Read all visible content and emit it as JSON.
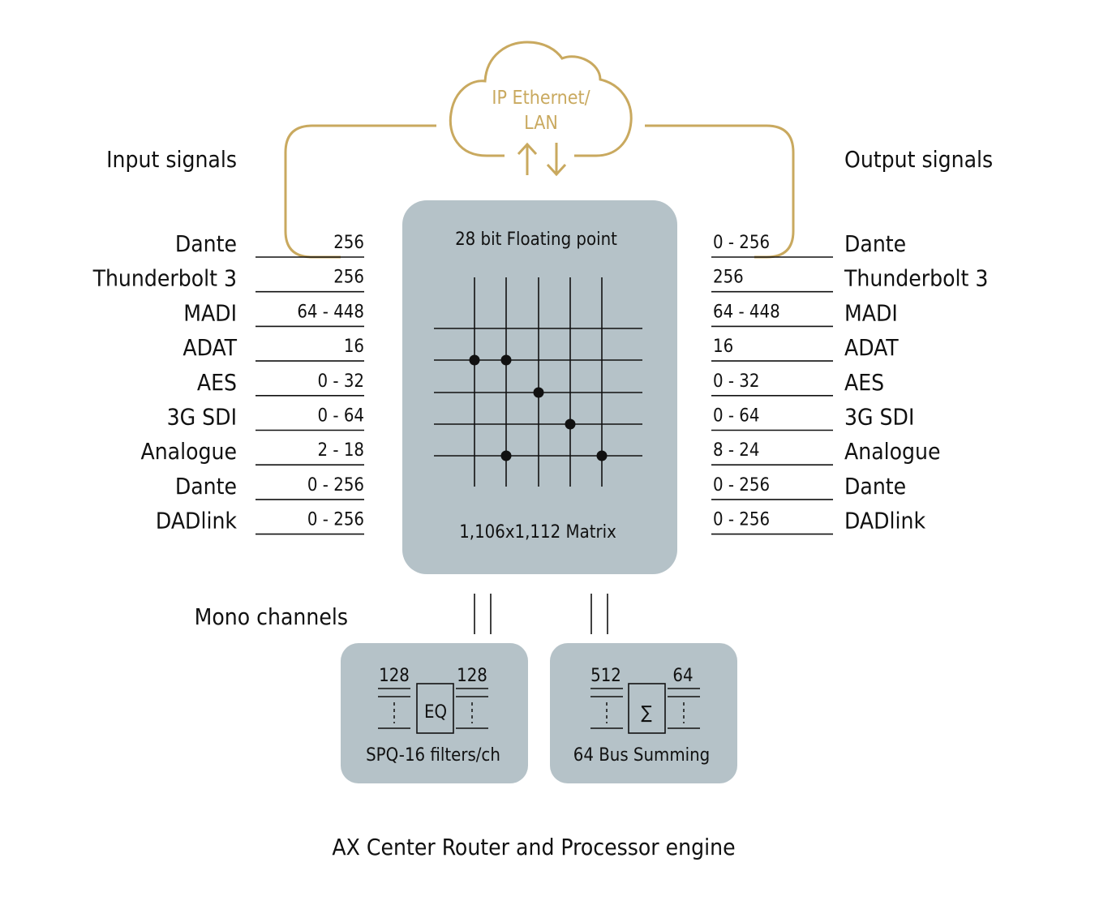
{
  "cloud": {
    "line1": "IP Ethernet/",
    "line2": "LAN"
  },
  "inputs": {
    "title": "Input signals",
    "rows": [
      {
        "label": "Dante",
        "value": "256"
      },
      {
        "label": "Thunderbolt 3",
        "value": "256"
      },
      {
        "label": "MADI",
        "value": "64 - 448"
      },
      {
        "label": "ADAT",
        "value": "16"
      },
      {
        "label": "AES",
        "value": "0 - 32"
      },
      {
        "label": "3G SDI",
        "value": "0 - 64"
      },
      {
        "label": "Analogue",
        "value": "2 - 18"
      },
      {
        "label": "Dante",
        "value": "0 - 256"
      },
      {
        "label": "DADlink",
        "value": "0 - 256"
      }
    ]
  },
  "outputs": {
    "title": "Output signals",
    "rows": [
      {
        "label": "Dante",
        "value": "0 - 256"
      },
      {
        "label": "Thunderbolt 3",
        "value": "256"
      },
      {
        "label": "MADI",
        "value": "64 - 448"
      },
      {
        "label": "ADAT",
        "value": "16"
      },
      {
        "label": "AES",
        "value": "0 - 32"
      },
      {
        "label": "3G SDI",
        "value": "0 - 64"
      },
      {
        "label": "Analogue",
        "value": "8 - 24"
      },
      {
        "label": "Dante",
        "value": "0 - 256"
      },
      {
        "label": "DADlink",
        "value": "0 - 256"
      }
    ]
  },
  "matrix": {
    "top": "28 bit Floating point",
    "bottom": "1,106x1,112  Matrix"
  },
  "mono_channels": "Mono channels",
  "eq_box": {
    "in": "128",
    "out": "128",
    "symbol": "EQ",
    "caption": "SPQ-16 filters/ch"
  },
  "sum_box": {
    "in": "512",
    "out": "64",
    "symbol": "∑",
    "caption": "64 Bus Summing"
  },
  "footer": "AX Center Router and Processor engine",
  "colors": {
    "gold": "#c9a95f",
    "box": "#b5c2c8"
  }
}
